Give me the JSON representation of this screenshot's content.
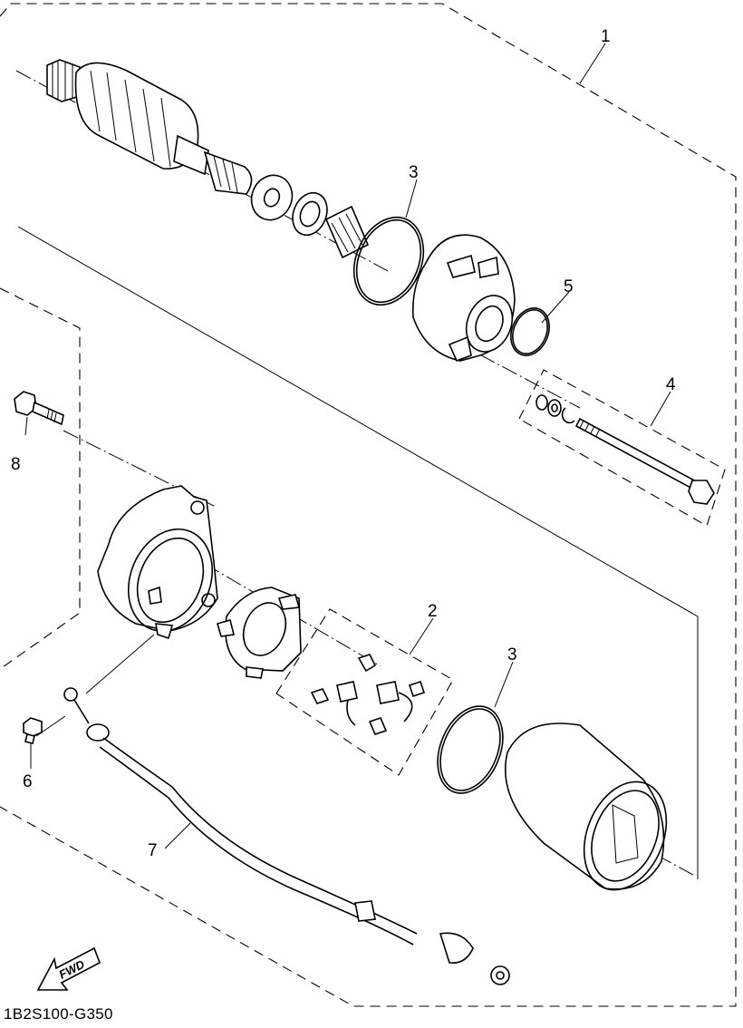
{
  "drawing": {
    "code": "1B2S100-G350",
    "fwd_label": "FWD"
  },
  "callouts": [
    {
      "id": "c1",
      "number": "1"
    },
    {
      "id": "c2",
      "number": "2"
    },
    {
      "id": "c3a",
      "number": "3"
    },
    {
      "id": "c3b",
      "number": "3"
    },
    {
      "id": "c4",
      "number": "4"
    },
    {
      "id": "c5",
      "number": "5"
    },
    {
      "id": "c6",
      "number": "6"
    },
    {
      "id": "c7",
      "number": "7"
    },
    {
      "id": "c8",
      "number": "8"
    }
  ]
}
